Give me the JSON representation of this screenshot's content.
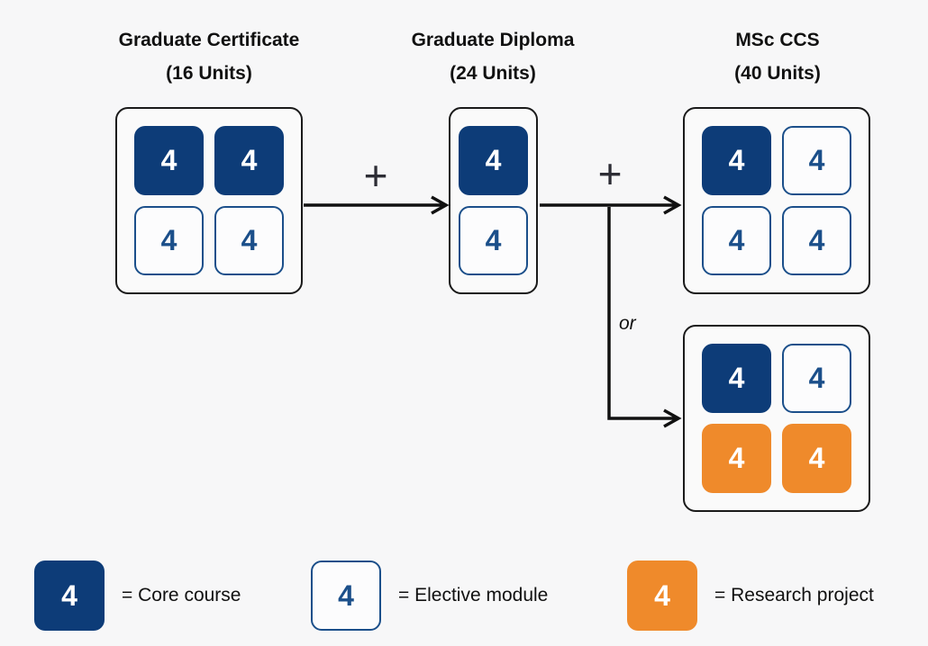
{
  "colors": {
    "page_bg": "#f7f7f8",
    "box_bg": "#fafafa",
    "box_border": "#1a1a1a",
    "core": "#0d3c78",
    "elective": "#1b4f8a",
    "research": "#ef8a2b",
    "text": "#111111",
    "arrow": "#111111"
  },
  "stages": [
    {
      "title_line1": "Graduate Certificate",
      "title_line2": "(16 Units)",
      "tiles": [
        {
          "type": "core",
          "value": "4"
        },
        {
          "type": "core",
          "value": "4"
        },
        {
          "type": "elective",
          "value": "4"
        },
        {
          "type": "elective",
          "value": "4"
        }
      ]
    },
    {
      "title_line1": "Graduate Diploma",
      "title_line2": "(24 Units)",
      "tiles": [
        {
          "type": "core",
          "value": "4"
        },
        {
          "type": "elective",
          "value": "4"
        }
      ]
    },
    {
      "title_line1": "MSc CCS",
      "title_line2": "(40 Units)",
      "options": [
        {
          "tiles": [
            {
              "type": "core",
              "value": "4"
            },
            {
              "type": "elective",
              "value": "4"
            },
            {
              "type": "elective",
              "value": "4"
            },
            {
              "type": "elective",
              "value": "4"
            }
          ]
        },
        {
          "tiles": [
            {
              "type": "core",
              "value": "4"
            },
            {
              "type": "elective",
              "value": "4"
            },
            {
              "type": "research",
              "value": "4"
            },
            {
              "type": "research",
              "value": "4"
            }
          ]
        }
      ]
    }
  ],
  "connectors": {
    "plus_label": "+",
    "or_label": "or"
  },
  "legend": [
    {
      "type": "core",
      "value": "4",
      "label": "= Core course"
    },
    {
      "type": "elective",
      "value": "4",
      "label": "= Elective module"
    },
    {
      "type": "research",
      "value": "4",
      "label": "= Research project"
    }
  ]
}
